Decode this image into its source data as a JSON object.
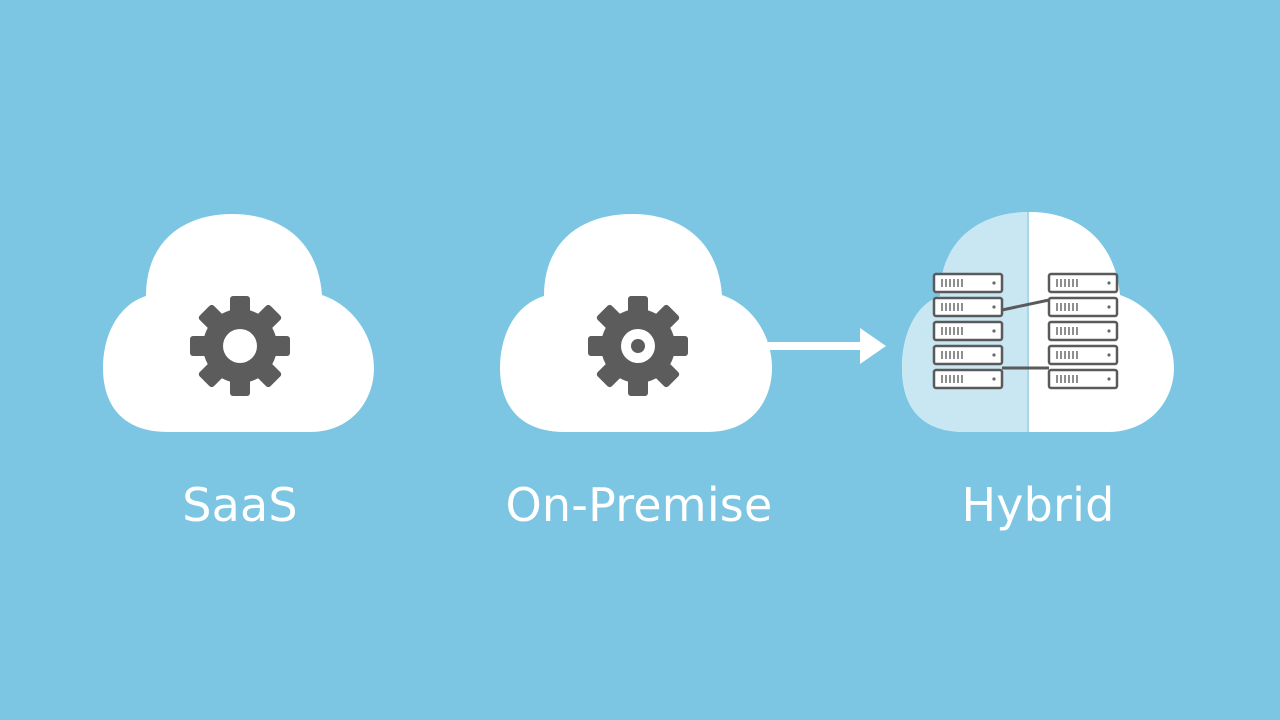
{
  "colors": {
    "background": "#7cc6e3",
    "cloud": "#ffffff",
    "cloud_tint": "#c9e6f3",
    "gear": "#5c5c5c",
    "server_outline": "#5a5a5a",
    "arrow": "#ffffff",
    "label": "#ffffff"
  },
  "icons": [
    "cloud-icon",
    "gear-icon",
    "server-rack-icon",
    "arrow-right-icon"
  ],
  "items": [
    {
      "label": "SaaS",
      "icon": "gear-icon"
    },
    {
      "label": "On-Premise",
      "icon": "gear-icon"
    },
    {
      "label": "Hybrid",
      "icon": "server-rack-icon"
    }
  ]
}
